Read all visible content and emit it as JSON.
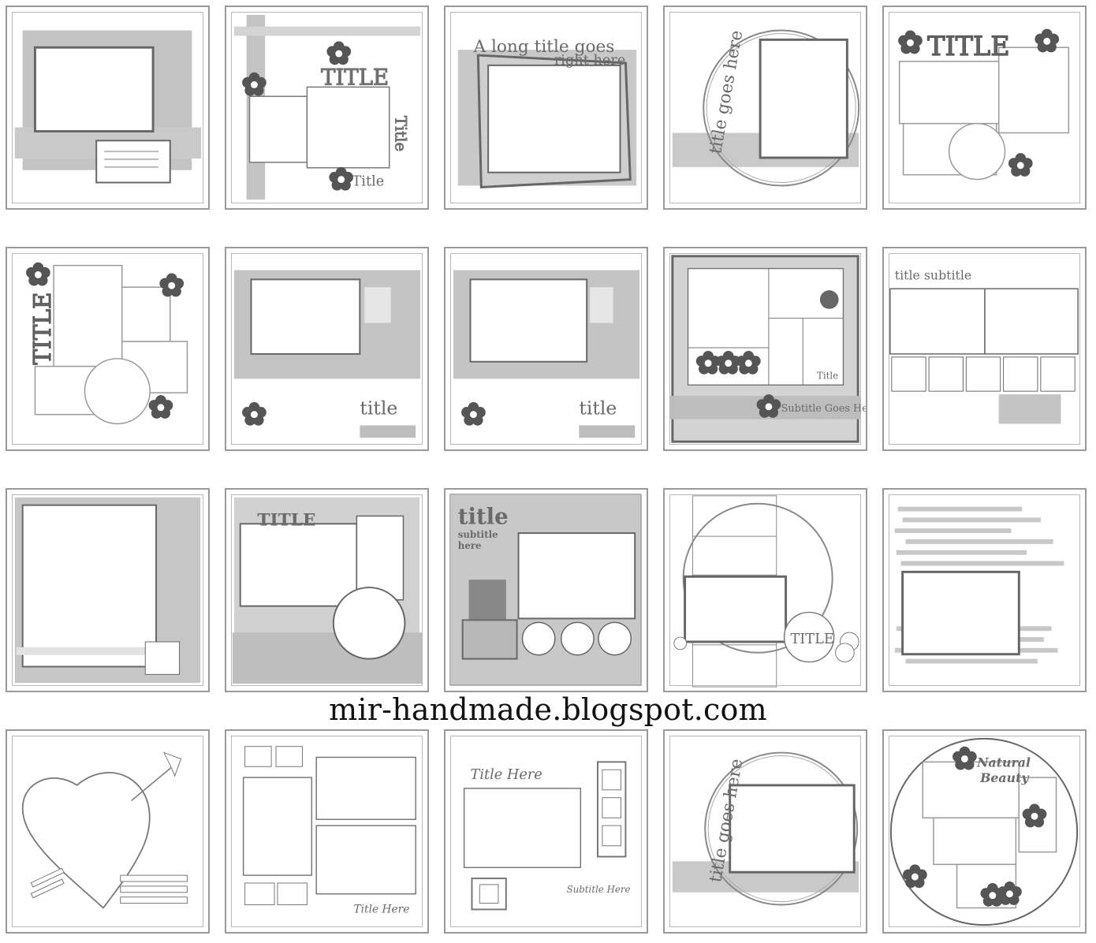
{
  "watermark": "mir-handmade.blogspot.com",
  "colors": {
    "gray": "#b5b5b5",
    "dark": "#666666",
    "line": "#8c8c8c",
    "flower": "#555555"
  },
  "sketches": {
    "t2": {
      "title": "TITLE",
      "title_vertical": "Title",
      "title_small": "Title"
    },
    "t3": {
      "line1": "A long title goes",
      "line2": "right here"
    },
    "t4": {
      "arc": "title goes here"
    },
    "t5": {
      "title": "TITLE"
    },
    "t6": {
      "title": "TITLE"
    },
    "t7": {
      "title": "title"
    },
    "t8": {
      "title": "title"
    },
    "t9": {
      "subtitle": "Subtitle Goes Here",
      "small": "Title"
    },
    "t10": {
      "title": "title subtitle"
    },
    "t12": {
      "title": "TITLE"
    },
    "t13": {
      "title": "title",
      "sub1": "subtitle",
      "sub2": "here"
    },
    "t14": {
      "title": "TITLE"
    },
    "t18": {
      "title": "Title Here",
      "small": "Subtitle Here"
    },
    "t19": {
      "arc": "title goes here"
    },
    "t20": {
      "line1": "Natural",
      "line2": "Beauty"
    },
    "t22": {
      "small": "Title Here"
    }
  }
}
